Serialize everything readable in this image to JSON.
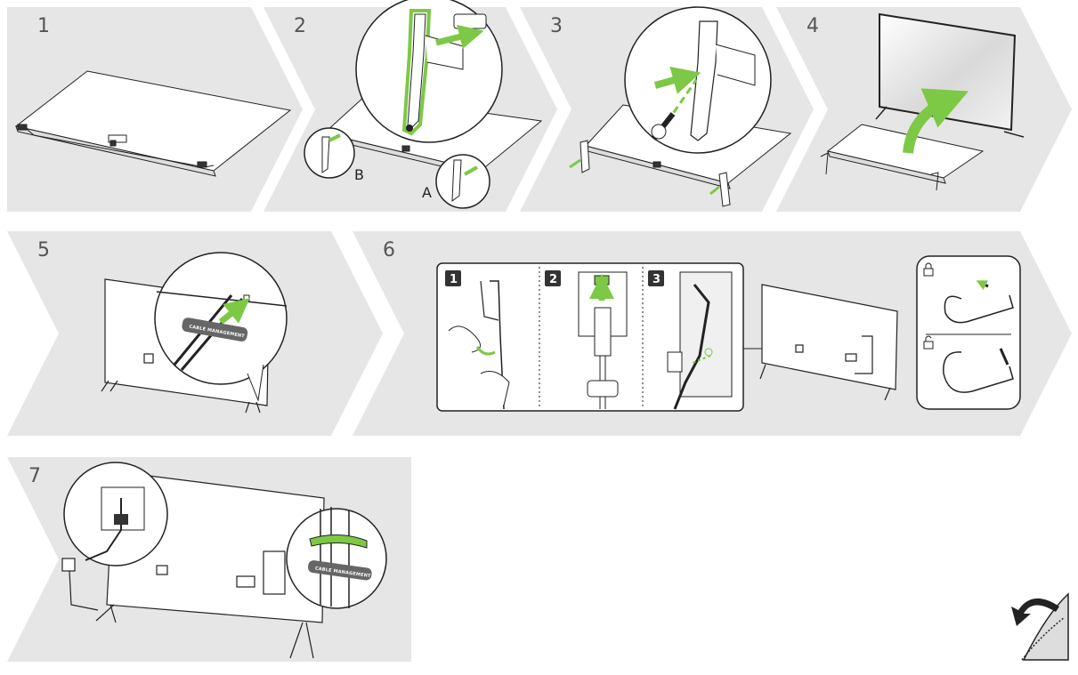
{
  "colors": {
    "accent": "#7dc845",
    "panel": "#e6e6e6",
    "line": "#222222",
    "dark": "#333333",
    "tag": "#666666"
  },
  "steps": [
    {
      "number": "1"
    },
    {
      "number": "2",
      "labels": {
        "a": "A",
        "b": "B"
      }
    },
    {
      "number": "3"
    },
    {
      "number": "4"
    },
    {
      "number": "5",
      "tag_text": "CABLE MANAGEMENT"
    },
    {
      "number": "6",
      "substeps": [
        "1",
        "2",
        "3"
      ]
    },
    {
      "number": "7",
      "tag_text": "CABLE MANAGEMENT"
    }
  ],
  "icons": [
    "lock-closed-icon",
    "lock-open-icon",
    "page-turn-icon"
  ]
}
